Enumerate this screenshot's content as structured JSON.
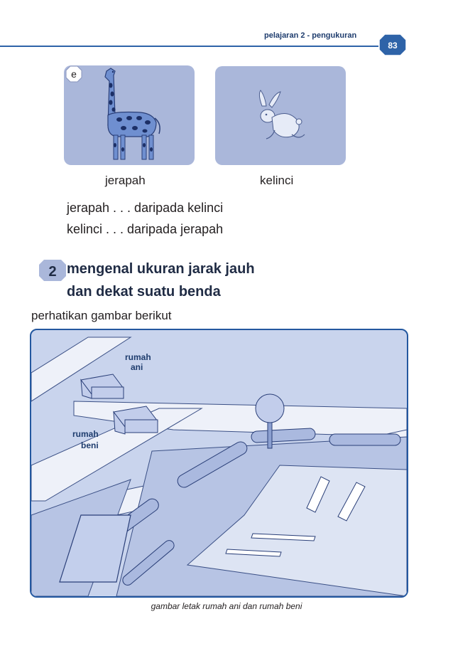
{
  "header": {
    "title": "pelajaran 2 -  pengukuran",
    "page_number": "83"
  },
  "item_e": {
    "label": "e",
    "animal_left": "jerapah",
    "animal_right": "kelinci",
    "sentence_1": "jerapah . . . daripada kelinci",
    "sentence_2": "kelinci . . . daripada jerapah"
  },
  "section": {
    "number": "2",
    "title_line1": "mengenal ukuran jarak jauh",
    "title_line2": "dan dekat suatu benda",
    "instruction": "perhatikan gambar berikut"
  },
  "figure": {
    "house_ani_label_1": "rumah",
    "house_ani_label_2": "ani",
    "house_beni_label_1": "rumah",
    "house_beni_label_2": "beni",
    "caption": "gambar letak rumah ani dan rumah beni"
  },
  "colors": {
    "accent_blue": "#2e63a8",
    "panel_fill": "#aab7da",
    "figure_fill": "#c9d4ed",
    "road_fill": "#e9edf7",
    "label_text": "#1f3d6e"
  }
}
